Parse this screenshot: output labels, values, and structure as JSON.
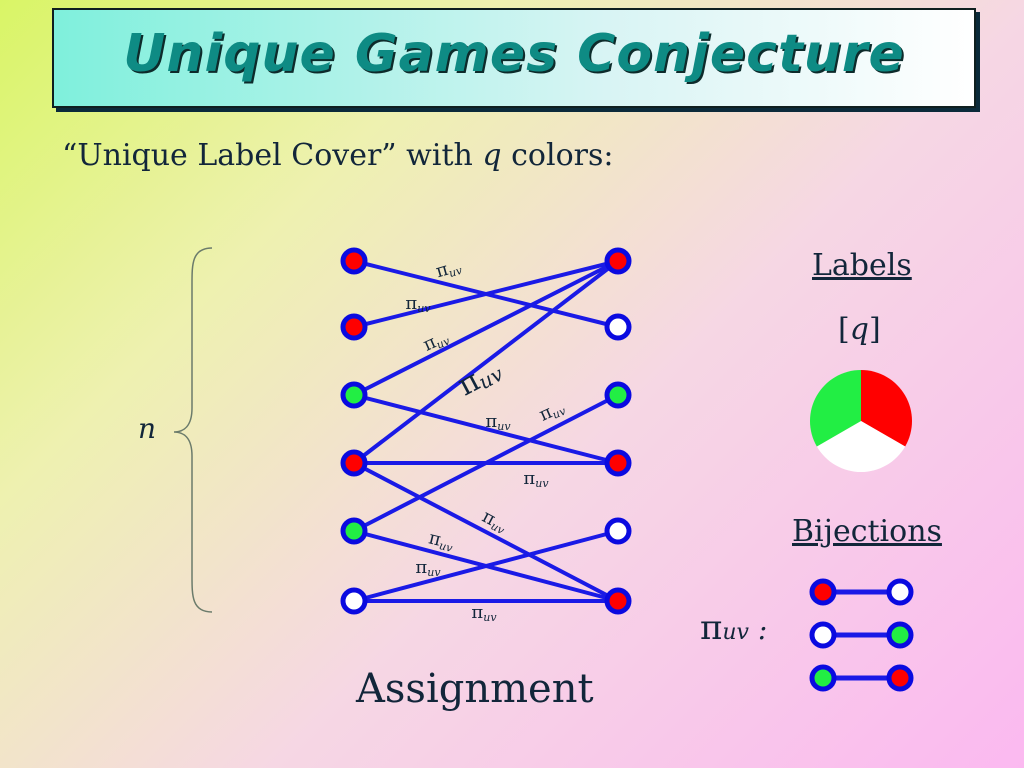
{
  "slide": {
    "title": "Unique Games Conjecture",
    "subtitle_pre": "“Unique Label Cover” with ",
    "subtitle_var": "q",
    "subtitle_post": " colors:",
    "n_label": "n",
    "assignment_label": "Assignment",
    "labels_heading": "Labels",
    "labels_set": "[q]",
    "bijections_heading": "Bijections",
    "pi_symbol": "π",
    "pi_sub": "uv",
    "pi_colon": " :"
  },
  "colors": {
    "red": "#ff0000",
    "green": "#22ee44",
    "white": "#ffffff",
    "edge": "#1a1ae6",
    "ring": "#0a0ae0"
  },
  "graph": {
    "left_fill": [
      "red",
      "red",
      "green",
      "red",
      "green",
      "white"
    ],
    "right_fill": [
      "red",
      "white",
      "green",
      "red",
      "white",
      "red"
    ],
    "edges": [
      [
        0,
        1
      ],
      [
        1,
        0
      ],
      [
        2,
        0
      ],
      [
        2,
        3
      ],
      [
        3,
        0
      ],
      [
        3,
        3
      ],
      [
        3,
        5
      ],
      [
        4,
        2
      ],
      [
        4,
        5
      ],
      [
        5,
        4
      ],
      [
        5,
        5
      ]
    ]
  },
  "labels_pie": [
    "red",
    "white",
    "green"
  ],
  "bijection_pairs": [
    [
      "red",
      "white"
    ],
    [
      "white",
      "green"
    ],
    [
      "green",
      "red"
    ]
  ]
}
